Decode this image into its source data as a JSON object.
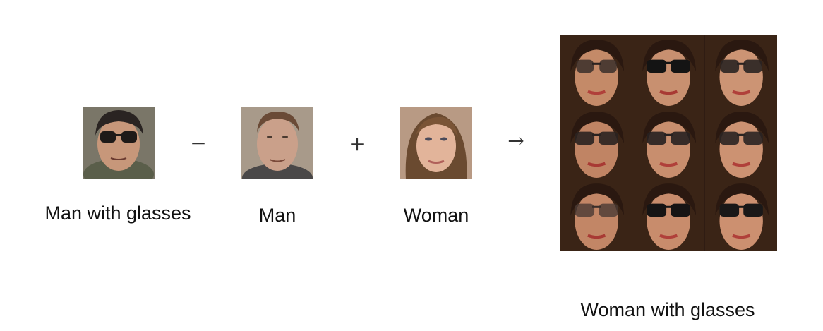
{
  "inputs": [
    {
      "label": "Man with glasses"
    },
    {
      "label": "Man"
    },
    {
      "label": "Woman"
    }
  ],
  "operators": [
    "−",
    "+",
    "→"
  ],
  "result": {
    "label": "Woman with glasses"
  }
}
